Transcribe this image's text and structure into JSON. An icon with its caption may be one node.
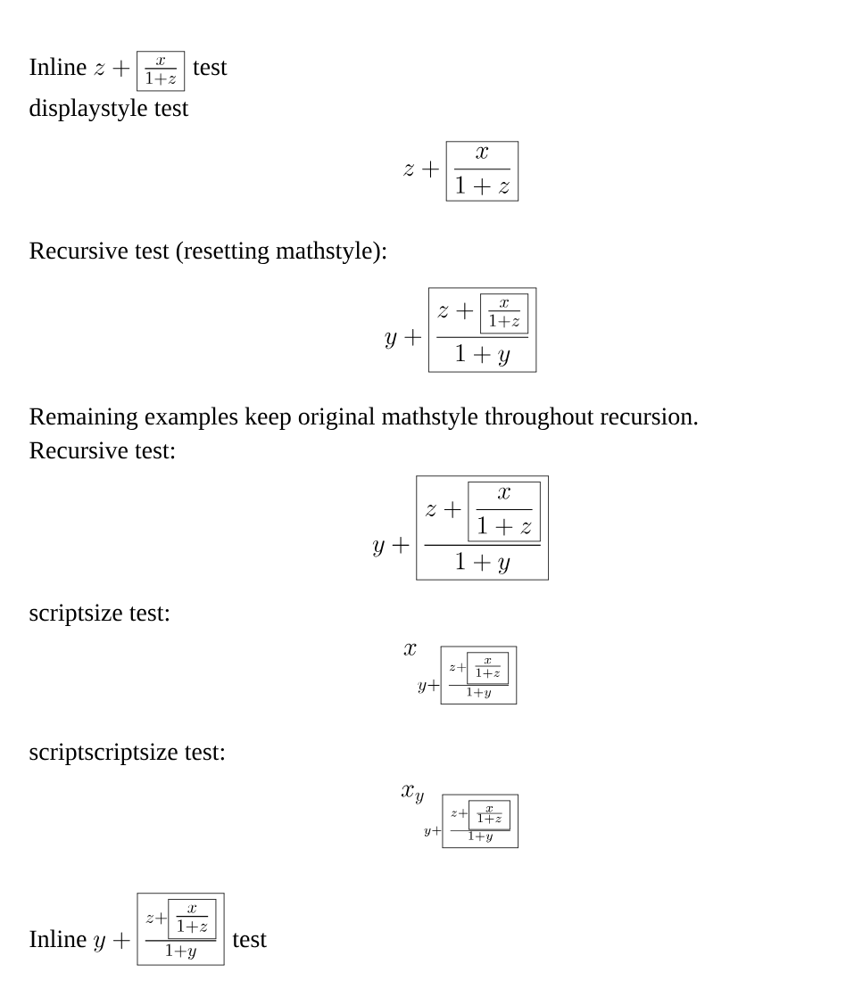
{
  "diagram": {
    "labels": [
      "Inline",
      "z+\\fbox{$\\frac{x}{1+z}$}",
      "test",
      "displaystyle test",
      "z+\\fbox{$\\displaystyle\\frac{x}{1+z}$}",
      "Recursive test (resetting mathstyle):",
      "y+\\fbox{$\\displaystyle\\frac{z+\\fbox{$\\frac{x}{1+z}$}}{1+y}$}",
      "Remaining examples keep original mathstyle throughout recursion.",
      "Recursive test:",
      "y+\\fbox{$\\displaystyle\\frac{z+\\fbox{$\\displaystyle\\frac{x}{1+z}$}}{1+y}$}",
      "scriptsize test:",
      "x_{y+\\fbox{$\\scriptstyle\\frac{z+\\fbox{$\\scriptstyle\\frac{x}{1+z}$}}{1+y}$}}",
      "scriptscriptsize test:",
      "x_{y_{y+\\fbox{$\\scriptscriptstyle\\frac{z+\\fbox{$\\scriptscriptstyle\\frac{x}{1+z}$}}{1+y}$}}}",
      "Inline",
      "y+\\fbox{$\\frac{z+\\fbox{$\\frac{x}{1+z}$}}{1+y}$}",
      "test"
    ]
  }
}
